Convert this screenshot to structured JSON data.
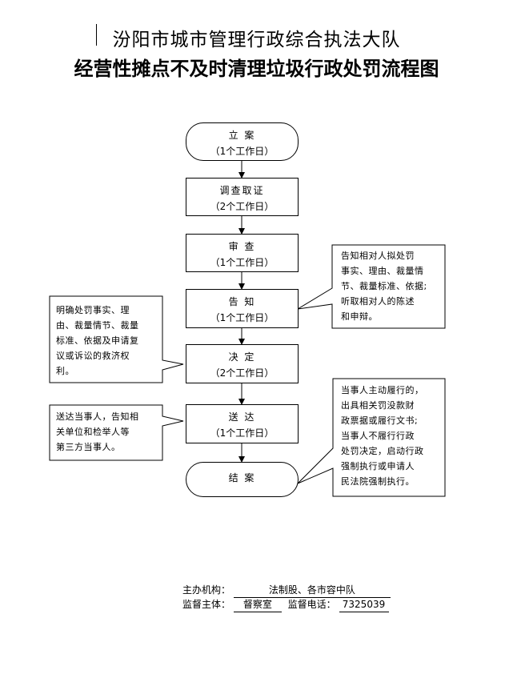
{
  "header": {
    "title": "汾阳市城市管理行政综合执法大队",
    "subtitle": "经营性摊点不及时清理垃圾行政处罚流程图"
  },
  "flow": {
    "stages": [
      {
        "label": "立 案",
        "days": "（1个工作日）"
      },
      {
        "label": "调查取证",
        "days": "（2个工作日）"
      },
      {
        "label": "审 查",
        "days": "（1个工作日）"
      },
      {
        "label": "告 知",
        "days": "（1个工作日）"
      },
      {
        "label": "决 定",
        "days": "（2个工作日）"
      },
      {
        "label": "送 达",
        "days": "（1个工作日）"
      },
      {
        "label": "结 案"
      }
    ],
    "notes": {
      "inform": [
        "告知相对人拟处罚",
        "事实、理由、裁量情",
        "节、裁量标准、依据;",
        "听取相对人的陈述",
        "和申辩。"
      ],
      "decision": [
        "明确处罚事实、理",
        "由、裁量情节、裁量",
        "标准、依据及申请复",
        "议或诉讼的救济权",
        "利。"
      ],
      "delivery": [
        "送达当事人，告知相",
        "关单位和检举人等",
        "第三方当事人。"
      ],
      "closure": [
        "当事人主动履行的，",
        "出具相关罚没款财",
        "政票据或履行文书;",
        "当事人不履行行政",
        "处罚决定，启动行政",
        "强制执行或申请人",
        "民法院强制执行。"
      ]
    }
  },
  "footer": {
    "host_label": "主办机构：",
    "host_value": "法制股、各市容中队",
    "supervisor_label": "监督主体：",
    "supervisor_value": "督察室",
    "phone_label": "监督电话：",
    "phone_value": "7325039"
  }
}
